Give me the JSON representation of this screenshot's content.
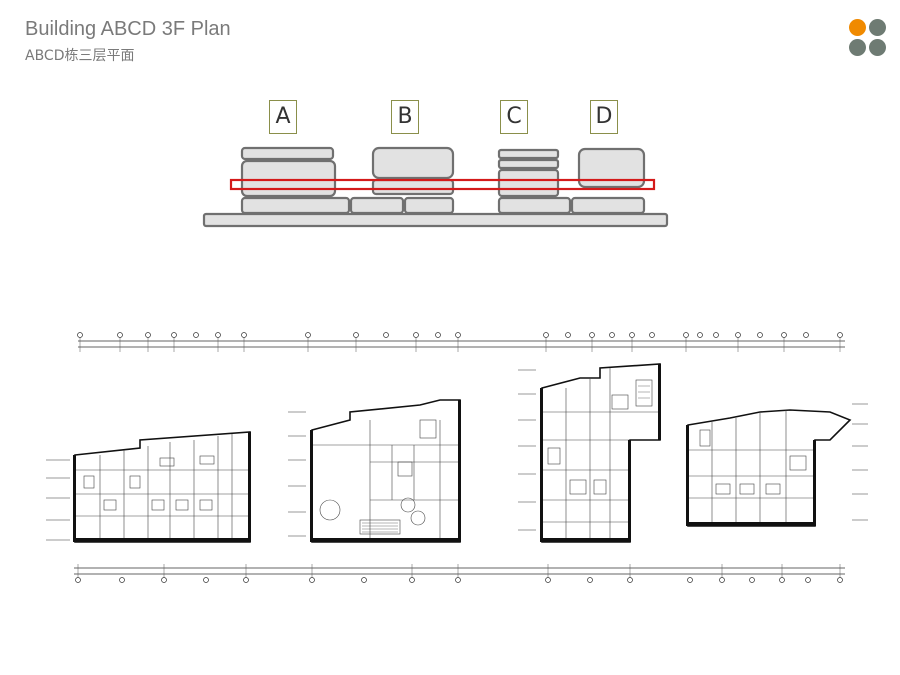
{
  "header": {
    "title": "Building ABCD 3F Plan",
    "subtitle": "ABCD栋三层平面"
  },
  "logo": {
    "dots": [
      "#f08a00",
      "#6e7b73",
      "#6e7b73",
      "#6e7b73"
    ]
  },
  "buildings": [
    {
      "label": "A"
    },
    {
      "label": "B"
    },
    {
      "label": "C"
    },
    {
      "label": "D"
    }
  ],
  "colors": {
    "highlight": "#d41a1a",
    "block_fill": "#e2e2e2",
    "block_stroke": "#707070",
    "label_border": "#8a8f4a"
  }
}
